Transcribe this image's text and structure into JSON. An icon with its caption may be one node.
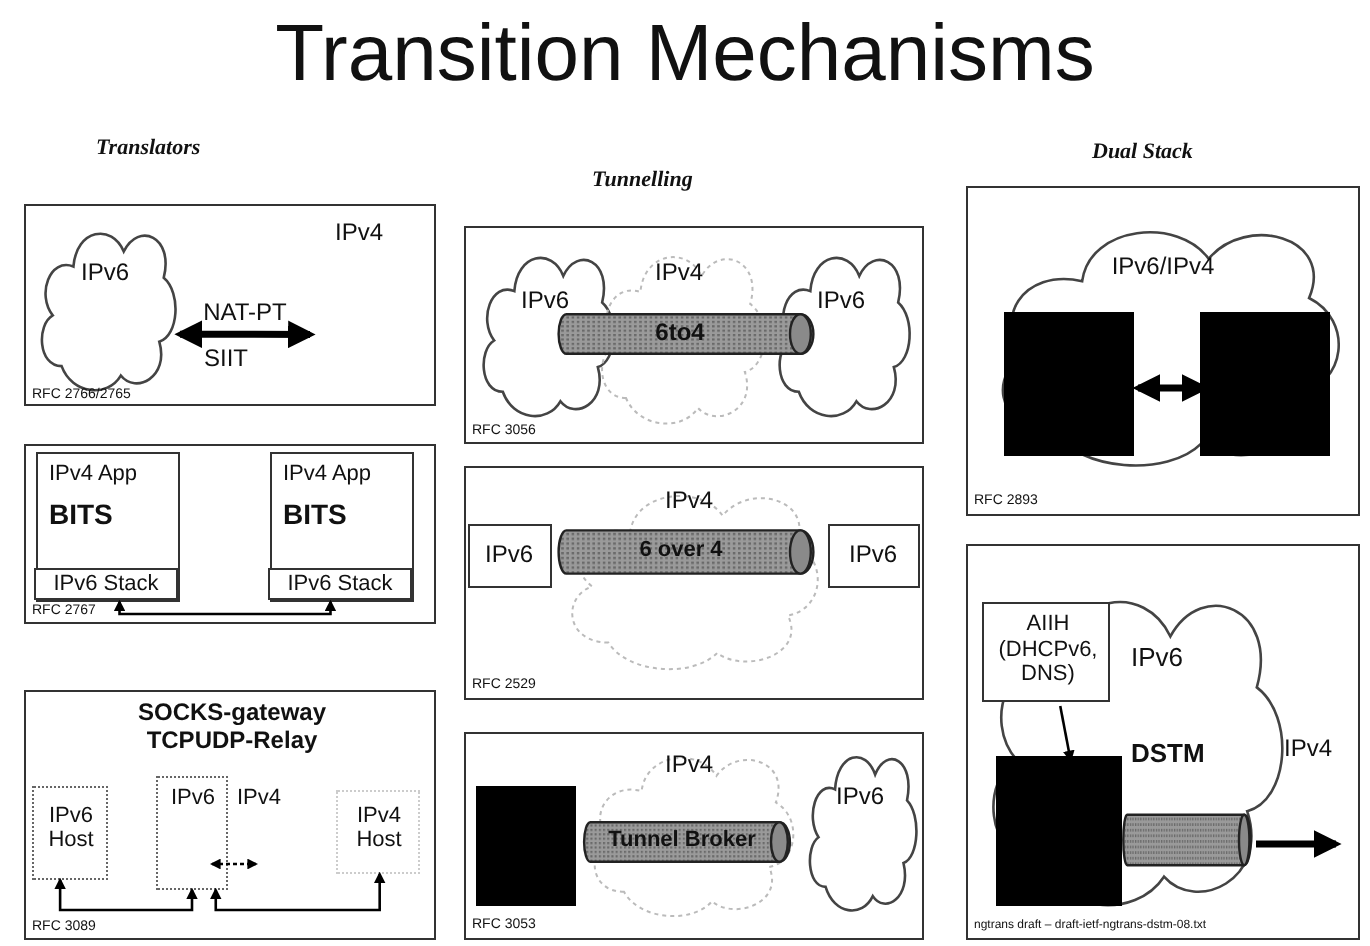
{
  "diagram": {
    "title": "Transition Mechanisms",
    "nodes": [
      {
        "text": [
          "RFC 2766/2765"
        ]
      },
      {
        "text": [
          "IPv6"
        ],
        "in": 0
      },
      {
        "text": [
          "IPv4"
        ],
        "in": 0
      },
      {
        "text": [
          "RFC 2767"
        ]
      },
      {
        "text": [
          "IPv4 App",
          "BITS"
        ],
        "in": 3
      },
      {
        "text": [
          "IPv6 Stack"
        ],
        "in": 4
      },
      {
        "text": [
          "IPv4 App",
          "BITS"
        ],
        "in": 3
      },
      {
        "text": [
          "IPv6 Stack"
        ],
        "in": 6
      },
      {
        "text": [
          "SOCKS-gateway TCPUDP-Relay",
          "RFC 3089"
        ]
      },
      {
        "text": [
          "IPv6 Host"
        ],
        "in": 8
      },
      {
        "text": [
          "IPv6"
        ],
        "beside": [
          "IPv4"
        ],
        "in": 8
      },
      {
        "text": [
          "IPv4 Host"
        ],
        "in": 8
      },
      {
        "text": [
          "RFC 3056"
        ]
      },
      {
        "text": [
          "IPv6"
        ],
        "in": 12
      },
      {
        "text": [
          "IPv4"
        ],
        "in": 12
      },
      {
        "text": [
          "IPv6"
        ],
        "in": 12
      },
      {
        "text": [
          "6to4"
        ],
        "in": 12
      },
      {
        "text": [
          "RFC 2529"
        ]
      },
      {
        "text": [
          "IPv4"
        ],
        "in": 17
      },
      {
        "text": [
          "IPv6"
        ],
        "in": 17
      },
      {
        "text": [
          "IPv6"
        ],
        "in": 17
      },
      {
        "text": [
          "6 over 4"
        ],
        "in": 18
      },
      {
        "text": [
          "RFC 3053"
        ]
      },
      {
        "text": [
          "IPv4"
        ],
        "in": 22
      },
      {
        "text": [],
        "shape": "box",
        "in": 22
      },
      {
        "text": [
          "IPv6"
        ],
        "in": 22
      },
      {
        "text": [
          "Tunnel Broker"
        ],
        "in": 23
      },
      {
        "text": [
          "RFC 2893"
        ]
      },
      {
        "text": [
          "IPv6/IPv4"
        ],
        "in": 27
      },
      {
        "text": [],
        "shape": "box",
        "in": 28
      },
      {
        "text": [],
        "shape": "box",
        "in": 28
      },
      {
        "text": [
          "IPv4",
          "ngtrans draft – draft-ietf-ngtrans-dstm-08.txt"
        ]
      },
      {
        "text": [
          "IPv6",
          "DSTM"
        ],
        "in": 31
      },
      {
        "text": [
          "AIIH (DHCPv6, DNS)"
        ],
        "in": 32
      },
      {
        "text": [],
        "shape": "box",
        "in": 32
      },
      {
        "text": [],
        "shape": "cylinder",
        "in": 32
      }
    ],
    "edges": [
      {
        "from": 1,
        "to": 2,
        "arrow": "both",
        "label": "NAT-PT",
        "style": "thick"
      },
      {
        "from": 5,
        "to": 7,
        "arrow": "both"
      },
      {
        "from": 9,
        "to": 10,
        "arrow": "both"
      },
      {
        "from": 10,
        "to": 11,
        "arrow": "both"
      },
      {
        "from": 29,
        "to": 30,
        "arrow": "both",
        "style": "thick"
      },
      {
        "from": 33,
        "to": 34,
        "arrow": "to"
      },
      {
        "from": 35,
        "to": null,
        "arrow": "to",
        "style": "thick"
      }
    ],
    "labels": [
      "Translators",
      "Tunnelling",
      "Dual Stack",
      "SIIT"
    ]
  }
}
